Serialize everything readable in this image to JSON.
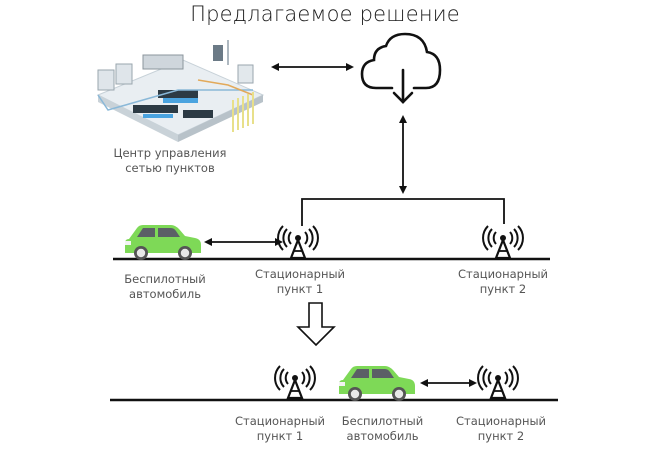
{
  "title": "Предлагаемое решение",
  "control_center": {
    "label_line1": "Центр управления",
    "label_line2": "сетью пунктов",
    "icon": "data-center-illustration"
  },
  "cloud": {
    "icon": "cloud-download-icon"
  },
  "scene_before": {
    "car": {
      "label_line1": "Беспилотный",
      "label_line2": "автомобиль",
      "color": "#7ed957"
    },
    "station1": {
      "label_line1": "Стационарный",
      "label_line2": "пункт 1"
    },
    "station2": {
      "label_line1": "Стационарный",
      "label_line2": "пункт 2"
    }
  },
  "transition": {
    "icon": "hollow-down-arrow-icon"
  },
  "scene_after": {
    "station1": {
      "label_line1": "Стационарный",
      "label_line2": "пункт 1"
    },
    "car": {
      "label_line1": "Беспилотный",
      "label_line2": "автомобиль",
      "color": "#7ed957"
    },
    "station2": {
      "label_line1": "Стационарный",
      "label_line2": "пункт 2"
    }
  }
}
